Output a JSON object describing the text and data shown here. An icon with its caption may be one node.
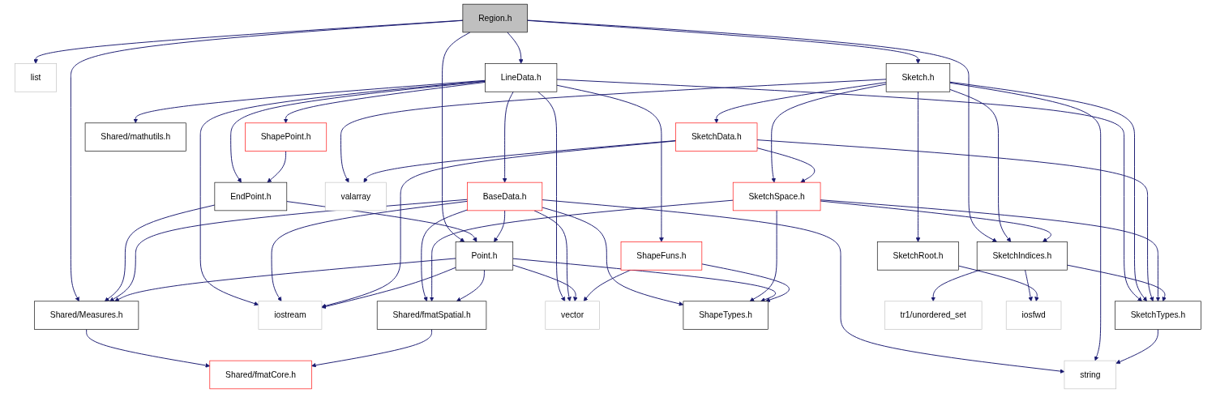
{
  "diagram": {
    "nodes": [
      {
        "text": [
          "Region.h"
        ]
      },
      {
        "text": [
          "list"
        ]
      },
      {
        "text": [
          "LineData.h"
        ]
      },
      {
        "text": [
          "Sketch.h"
        ]
      },
      {
        "text": [
          "ShapePoint.h"
        ]
      },
      {
        "text": [
          "Shared/mathutils.h"
        ]
      },
      {
        "text": [
          "SketchData.h"
        ]
      },
      {
        "text": [
          "EndPoint.h"
        ]
      },
      {
        "text": [
          "BaseData.h"
        ]
      },
      {
        "text": [
          "SketchSpace.h"
        ]
      },
      {
        "text": [
          "valarray"
        ]
      },
      {
        "text": [
          "Point.h"
        ]
      },
      {
        "text": [
          "ShapeFuns.h"
        ]
      },
      {
        "text": [
          "SketchIndices.h"
        ]
      },
      {
        "text": [
          "SketchRoot.h"
        ]
      },
      {
        "text": [
          "Shared/Measures.h"
        ]
      },
      {
        "text": [
          "iostream"
        ]
      },
      {
        "text": [
          "Shared/fmatSpatial.h"
        ]
      },
      {
        "text": [
          "vector"
        ]
      },
      {
        "text": [
          "ShapeTypes.h"
        ]
      },
      {
        "text": [
          "SketchTypes.h"
        ]
      },
      {
        "text": [
          "tr1/unordered_set"
        ]
      },
      {
        "text": [
          "iosfwd"
        ]
      },
      {
        "text": [
          "Shared/fmatCore.h"
        ]
      },
      {
        "text": [
          "string"
        ]
      }
    ],
    "edges": [
      {
        "from": 0,
        "to": 1,
        "arrow": "to"
      },
      {
        "from": 0,
        "to": 2,
        "arrow": "to"
      },
      {
        "from": 0,
        "to": 3,
        "arrow": "to"
      },
      {
        "from": 0,
        "to": 13,
        "arrow": "to"
      },
      {
        "from": 0,
        "to": 15,
        "arrow": "to"
      },
      {
        "from": 0,
        "to": 11,
        "arrow": "to"
      },
      {
        "from": 2,
        "to": 4,
        "arrow": "to"
      },
      {
        "from": 2,
        "to": 7,
        "arrow": "to"
      },
      {
        "from": 2,
        "to": 8,
        "arrow": "to"
      },
      {
        "from": 2,
        "to": 5,
        "arrow": "to"
      },
      {
        "from": 2,
        "to": 18,
        "arrow": "to"
      },
      {
        "from": 2,
        "to": 12,
        "arrow": "to"
      },
      {
        "from": 2,
        "to": 20,
        "arrow": "to"
      },
      {
        "from": 2,
        "to": 16,
        "arrow": "to"
      },
      {
        "from": 4,
        "to": 7,
        "arrow": "to"
      },
      {
        "from": 7,
        "to": 11,
        "arrow": "to"
      },
      {
        "from": 7,
        "to": 15,
        "arrow": "to"
      },
      {
        "from": 8,
        "to": 11,
        "arrow": "to"
      },
      {
        "from": 8,
        "to": 15,
        "arrow": "to"
      },
      {
        "from": 8,
        "to": 16,
        "arrow": "to"
      },
      {
        "from": 8,
        "to": 17,
        "arrow": "to"
      },
      {
        "from": 8,
        "to": 18,
        "arrow": "to"
      },
      {
        "from": 8,
        "to": 19,
        "arrow": "to"
      },
      {
        "from": 8,
        "to": 24,
        "arrow": "to"
      },
      {
        "from": 3,
        "to": 6,
        "arrow": "to"
      },
      {
        "from": 3,
        "to": 9,
        "arrow": "to"
      },
      {
        "from": 3,
        "to": 10,
        "arrow": "to"
      },
      {
        "from": 3,
        "to": 20,
        "arrow": "to"
      },
      {
        "from": 3,
        "to": 13,
        "arrow": "to"
      },
      {
        "from": 3,
        "to": 14,
        "arrow": "to"
      },
      {
        "from": 3,
        "to": 24,
        "arrow": "to"
      },
      {
        "from": 6,
        "to": 16,
        "arrow": "to"
      },
      {
        "from": 6,
        "to": 9,
        "arrow": "to"
      },
      {
        "from": 6,
        "to": 10,
        "arrow": "to"
      },
      {
        "from": 6,
        "to": 20,
        "arrow": "to"
      },
      {
        "from": 9,
        "to": 17,
        "arrow": "to"
      },
      {
        "from": 9,
        "to": 19,
        "arrow": "to"
      },
      {
        "from": 9,
        "to": 20,
        "arrow": "to"
      },
      {
        "from": 9,
        "to": 13,
        "arrow": "to"
      },
      {
        "from": 11,
        "to": 15,
        "arrow": "to"
      },
      {
        "from": 11,
        "to": 16,
        "arrow": "to"
      },
      {
        "from": 11,
        "to": 17,
        "arrow": "to"
      },
      {
        "from": 11,
        "to": 18,
        "arrow": "to"
      },
      {
        "from": 11,
        "to": 19,
        "arrow": "to"
      },
      {
        "from": 12,
        "to": 18,
        "arrow": "to"
      },
      {
        "from": 12,
        "to": 19,
        "arrow": "to"
      },
      {
        "from": 13,
        "to": 20,
        "arrow": "to"
      },
      {
        "from": 13,
        "to": 21,
        "arrow": "to"
      },
      {
        "from": 13,
        "to": 22,
        "arrow": "to"
      },
      {
        "from": 14,
        "to": 22,
        "arrow": "to"
      },
      {
        "from": 15,
        "to": 23,
        "arrow": "to"
      },
      {
        "from": 17,
        "to": 23,
        "arrow": "to"
      },
      {
        "from": 20,
        "to": 24,
        "arrow": "to"
      }
    ]
  }
}
